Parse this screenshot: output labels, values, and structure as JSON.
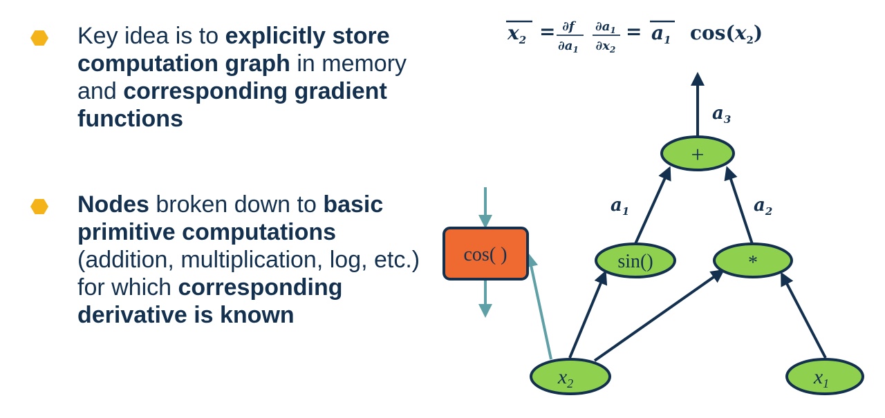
{
  "bullets": [
    {
      "segments": [
        {
          "text": "Key idea is to ",
          "bold": false
        },
        {
          "text": "explicitly store computation graph",
          "bold": true
        },
        {
          "text": " in memory and ",
          "bold": false
        },
        {
          "text": "corresponding gradient functions",
          "bold": true
        }
      ]
    },
    {
      "segments": [
        {
          "text": "Nodes",
          "bold": true
        },
        {
          "text": " broken down to ",
          "bold": false
        },
        {
          "text": "basic primitive computations",
          "bold": true
        },
        {
          "text": " (addition, multiplication, log, etc.) for which ",
          "bold": false
        },
        {
          "text": "corresponding derivative is known",
          "bold": true
        }
      ]
    }
  ],
  "equation": {
    "lhs_base": "x",
    "lhs_sub": "2",
    "equals": "=",
    "frac1_num": "∂f",
    "frac1_den_base": "∂a",
    "frac1_den_sub": "1",
    "frac2_num_base": "∂a",
    "frac2_num_sub": "1",
    "frac2_den_base": "∂x",
    "frac2_den_sub": "2",
    "equals2": "=",
    "rhs_base": "a",
    "rhs_sub": "1",
    "rhs_func": "cos(",
    "rhs_func_base": "x",
    "rhs_func_sub": "2",
    "rhs_func_close": ")"
  },
  "nodes": {
    "plus": "+",
    "sin": "sin()",
    "mul": "*",
    "x2_base": "x",
    "x2_sub": "2",
    "x1_base": "x",
    "x1_sub": "1",
    "cos": "cos( )"
  },
  "edge_labels": {
    "a3_base": "a",
    "a3_sub": "3",
    "a1_base": "a",
    "a1_sub": "1",
    "a2_base": "a",
    "a2_sub": "2"
  },
  "colors": {
    "text": "#13304f",
    "bullet": "#f5b31a",
    "node_fill": "#8fd14f",
    "node_stroke": "#13304f",
    "cos_fill": "#ee6a30",
    "backward_arrow": "#5ea0a6"
  }
}
